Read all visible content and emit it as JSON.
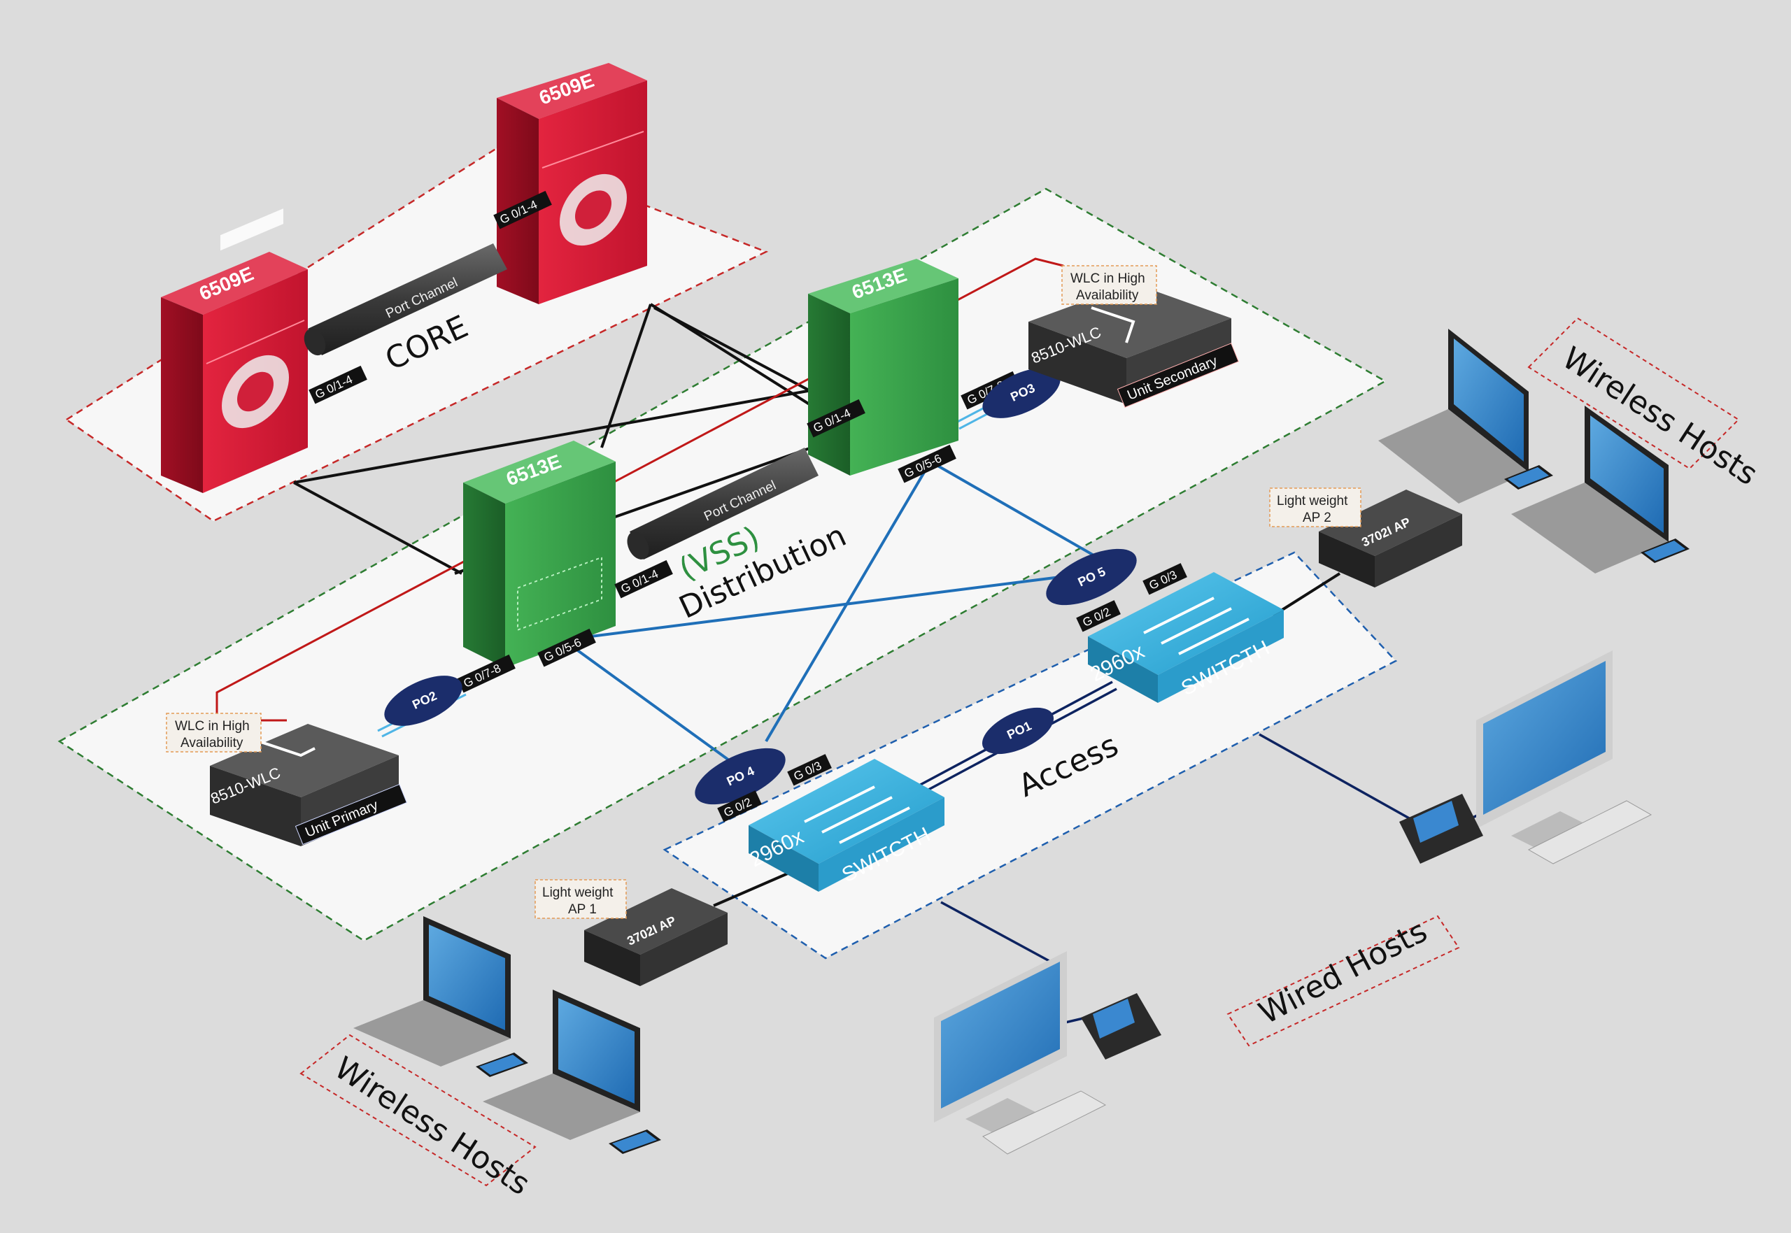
{
  "core": {
    "label": "CORE",
    "switch_left": "6509E",
    "switch_right": "6509E",
    "port_left": "G 0/1-4",
    "port_right": "G 0/1-4",
    "channel": "Port Channel"
  },
  "distribution": {
    "label": "Distribution",
    "vss": "(VSS)",
    "switch_left": "6513E",
    "switch_right": "6513E",
    "channel": "Port Channel",
    "ports": {
      "left_uplink": "G 0/1-4",
      "left_wlc": "G 0/7-8",
      "left_down": "G 0/5-6",
      "right_uplink": "G 0/1-4",
      "right_wlc": "G 0/7-8",
      "right_down": "G 0/5-6"
    }
  },
  "wlc_primary": {
    "name": "8510-WLC",
    "unit": "Unit Primary",
    "callout": [
      "WLC in High",
      "Availability"
    ],
    "po": "PO2"
  },
  "wlc_secondary": {
    "name": "8510-WLC",
    "unit": "Unit Secondary",
    "callout": [
      "WLC in High",
      "Availability"
    ],
    "po": "PO3"
  },
  "access": {
    "label": "Access",
    "switch_left": {
      "model": "2960x",
      "type": "SWITCTH",
      "port_a": "G 0/2",
      "port_b": "G 0/3",
      "po": "PO 4"
    },
    "switch_right": {
      "model": "2960x",
      "type": "SWITCTH",
      "port_a": "G 0/2",
      "port_b": "G 0/3",
      "po": "PO 5"
    },
    "po_between": "PO1"
  },
  "aps": {
    "ap1": {
      "model": "3702I AP",
      "callout": [
        "Light weight",
        "AP 1"
      ]
    },
    "ap2": {
      "model": "3702I AP",
      "callout": [
        "Light weight",
        "AP 2"
      ]
    }
  },
  "hosts": {
    "wireless_top": "Wireless Hosts",
    "wireless_bottom": "Wireless Hosts",
    "wired": "Wired Hosts"
  },
  "colors": {
    "core_red": "#d0203a",
    "dist_green": "#3aa24a",
    "access_cyan": "#2aa8d8",
    "link_blue": "#1f6fb8",
    "link_navy": "#0d2360",
    "link_red": "#c01818",
    "po_oval": "#1b2d6b"
  }
}
